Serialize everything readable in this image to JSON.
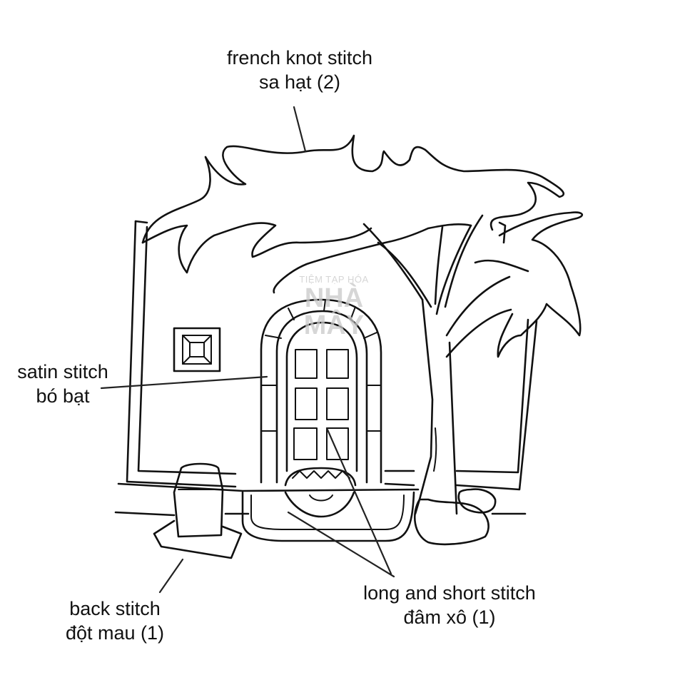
{
  "annotations": {
    "french_knot": {
      "line1": "french knot stitch",
      "line2": "sa hạt (2)"
    },
    "satin": {
      "line1": "satin stitch",
      "line2": "bó bạt"
    },
    "back": {
      "line1": "back stitch",
      "line2": "đột mau (1)"
    },
    "long_short": {
      "line1": "long and short stitch",
      "line2": "đâm xô (1)"
    }
  },
  "watermark": {
    "line1": "TIỆM TẠP HÓA",
    "line2": "NHÀ",
    "line3": "MÂY"
  },
  "colors": {
    "ink": "#111111",
    "background": "#ffffff",
    "watermark": "#c9c9c9"
  }
}
